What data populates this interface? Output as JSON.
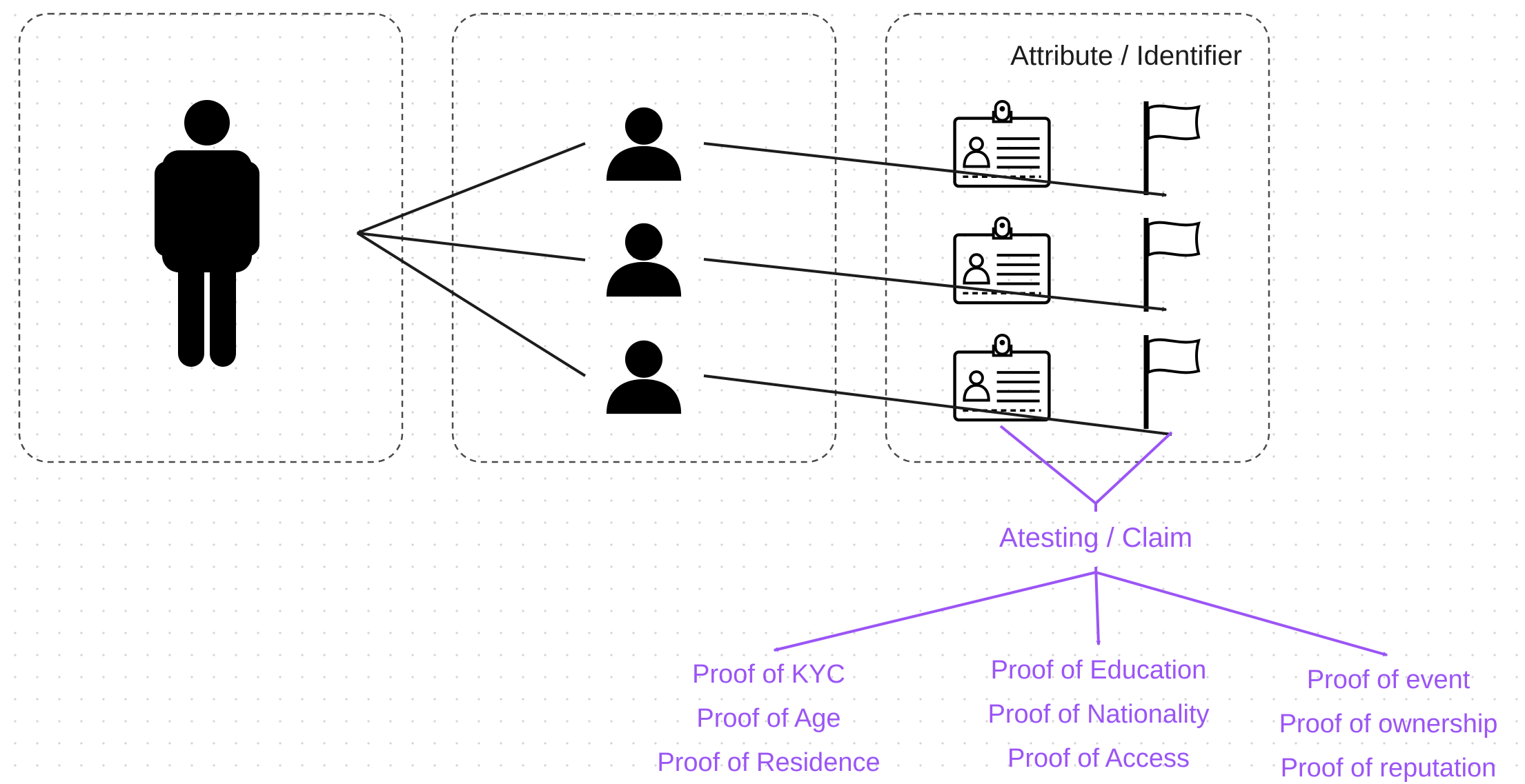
{
  "attribute_label": "Attribute / Identifier",
  "claim_label": "Atesting / Claim",
  "proof_groups": [
    {
      "items": [
        "Proof of KYC",
        "Proof of Age",
        "Proof of Residence"
      ]
    },
    {
      "items": [
        "Proof of Education",
        "Proof of Nationality",
        "Proof of Access"
      ]
    },
    {
      "items": [
        "Proof of event",
        "Proof of ownership",
        "Proof of reputation"
      ]
    }
  ],
  "colors": {
    "accent": "#9b55f5",
    "ink": "#1c1c1c",
    "frame": "#4a4a4a",
    "background": "#ffffff"
  },
  "icons": [
    "person-icon",
    "user-icon",
    "id-badge-icon",
    "flag-icon"
  ]
}
